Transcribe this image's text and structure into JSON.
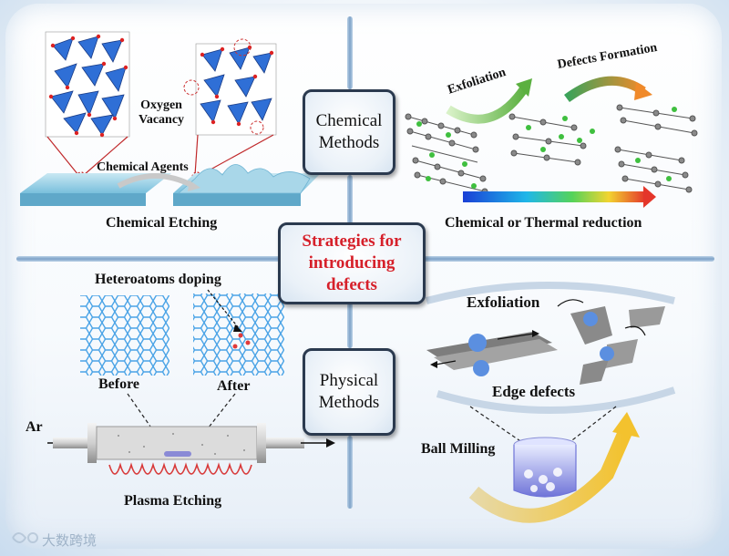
{
  "center": {
    "title": "Strategies for\nintroducing\ndefects"
  },
  "chemical_box": {
    "title": "Chemical\nMethods"
  },
  "physical_box": {
    "title": "Physical\nMethods"
  },
  "chemical_etching": {
    "oxygen_vacancy": "Oxygen\nVacancy",
    "chemical_agents": "Chemical Agents",
    "caption": "Chemical Etching"
  },
  "reduction": {
    "exfoliation": "Exfoliation",
    "defects_formation": "Defects Formation",
    "caption": "Chemical or Thermal reduction"
  },
  "plasma": {
    "heteroatoms": "Heteroatoms doping",
    "before": "Before",
    "after": "After",
    "ar": "Ar",
    "caption": "Plasma Etching"
  },
  "ball_milling": {
    "exfoliation": "Exfoliation",
    "edge_defects": "Edge defects",
    "caption": "Ball Milling"
  },
  "watermark": "大数跨境",
  "colors": {
    "accent_red": "#d6202a",
    "tetrahedron_blue": "#2f6fd6",
    "graphene_blue": "#4aa3e6",
    "divider": "#7fa3c8",
    "arrow_green": "#6fbf4a",
    "arrow_orange": "#f08a2a",
    "coil_red": "#d83a3a"
  }
}
